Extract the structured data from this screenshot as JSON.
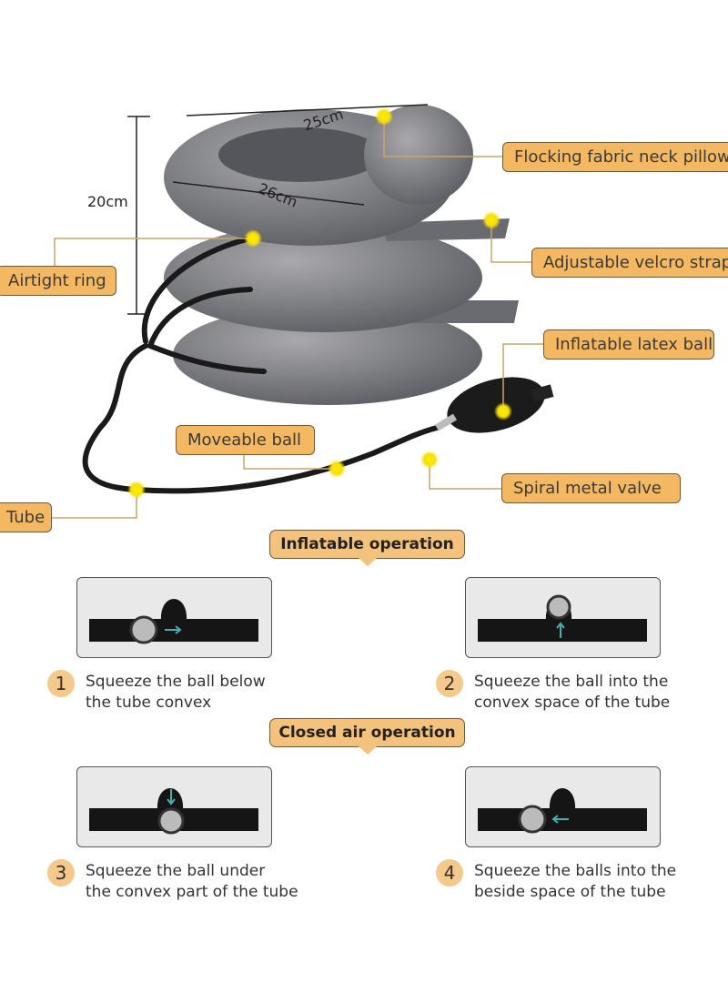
{
  "dimensions": {
    "height": "20cm",
    "width_top": "25cm",
    "width_diag": "26cm"
  },
  "callouts": {
    "flocking": "Flocking fabric neck pillow",
    "velcro": "Adjustable velcro straps",
    "airtight": "Airtight ring",
    "latex_ball": "Inflatable latex ball",
    "moveable": "Moveable ball",
    "valve": "Spiral metal valve",
    "tube": "Tube"
  },
  "sections": {
    "inflatable": "Inflatable operation",
    "closed": "Closed air operation"
  },
  "steps": [
    {
      "num": "1",
      "line1": "Squeeze the ball below",
      "line2": "the tube convex"
    },
    {
      "num": "2",
      "line1": "Squeeze the ball into the",
      "line2": "convex space of the tube"
    },
    {
      "num": "3",
      "line1": "Squeeze the ball under",
      "line2": "the convex part of the tube"
    },
    {
      "num": "4",
      "line1": "Squeeze the balls into the",
      "line2": "beside space of the tube"
    }
  ],
  "colors": {
    "label": "#f4b860",
    "accent_dot": "#ffe600",
    "arrow": "#3bb3b3"
  }
}
